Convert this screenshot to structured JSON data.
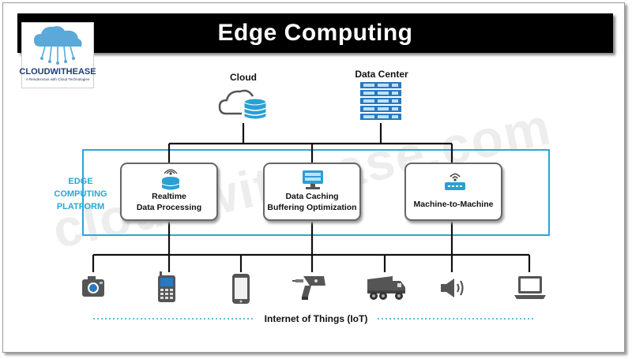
{
  "title": "Edge Computing",
  "logo": {
    "name": "CLOUDWITHEASE",
    "tagline": "A Rendezvous with Cloud Technologies"
  },
  "watermark": "cloudwithease.com",
  "top": {
    "cloud_label": "Cloud",
    "datacenter_label": "Data Center"
  },
  "platform_label": [
    "EDGE",
    "COMPUTING",
    "PLATFORM"
  ],
  "nodes": [
    {
      "line1": "Realtime",
      "line2": "Data Processing",
      "icon": "realtime-database-icon"
    },
    {
      "line1": "Data Caching",
      "line2": "Buffering  Optimization",
      "icon": "caching-server-icon"
    },
    {
      "line1": "Machine-to-Machine",
      "line2": "",
      "icon": "m2m-router-icon"
    }
  ],
  "devices": [
    "camera-icon",
    "feature-phone-icon",
    "smartphone-icon",
    "drill-icon",
    "dump-truck-icon",
    "speaker-icon",
    "laptop-icon"
  ],
  "iot_label": "Internet of Things (IoT)",
  "colors": {
    "accent": "#2aa7d6",
    "title_bg": "#000000",
    "line": "#111111"
  }
}
